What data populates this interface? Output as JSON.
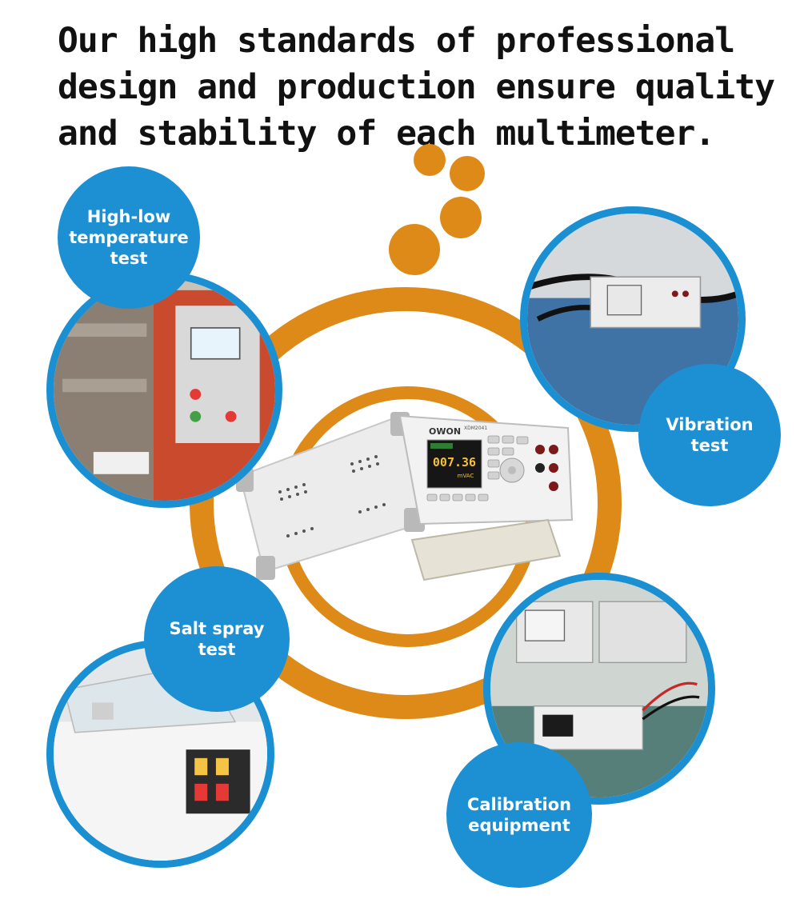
{
  "headline": {
    "line1": "Our high standards of professional",
    "line2": "design and production ensure quality",
    "line3": "and stability of each multimeter."
  },
  "tests": {
    "temperature": {
      "line1": "High-low",
      "line2": "temperature",
      "line3": "test"
    },
    "vibration": {
      "line1": "Vibration",
      "line2": "test"
    },
    "salt": {
      "line1": "Salt spray",
      "line2": "test"
    },
    "calibration": {
      "line1": "Calibration",
      "line2": "equipment"
    }
  },
  "device": {
    "brand": "OWON",
    "model": "XDM2041",
    "reading": "007.36",
    "unit": "mVAC"
  },
  "colors": {
    "orange": "#de8a18",
    "blue": "#1d8fd3"
  }
}
